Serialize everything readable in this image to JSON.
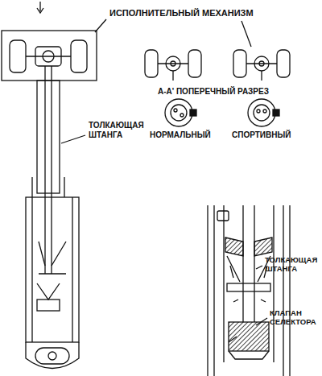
{
  "diagram": {
    "labels": [
      "ИСПОЛНИТЕЛЬНЫЙ МЕХАНИЗМ",
      "А-А' ПОПЕРЕЧНЫЙ РАЗРЕЗ",
      "ТОЛКАЮЩАЯ ШТАНГА",
      "НОРМАЛЬНЫЙ",
      "СПОРТИВНЫЙ",
      "ТОЛКАЮЩАЯ ШТАНГА",
      "КЛАПАН СЕЛЕКТОРА"
    ]
  }
}
